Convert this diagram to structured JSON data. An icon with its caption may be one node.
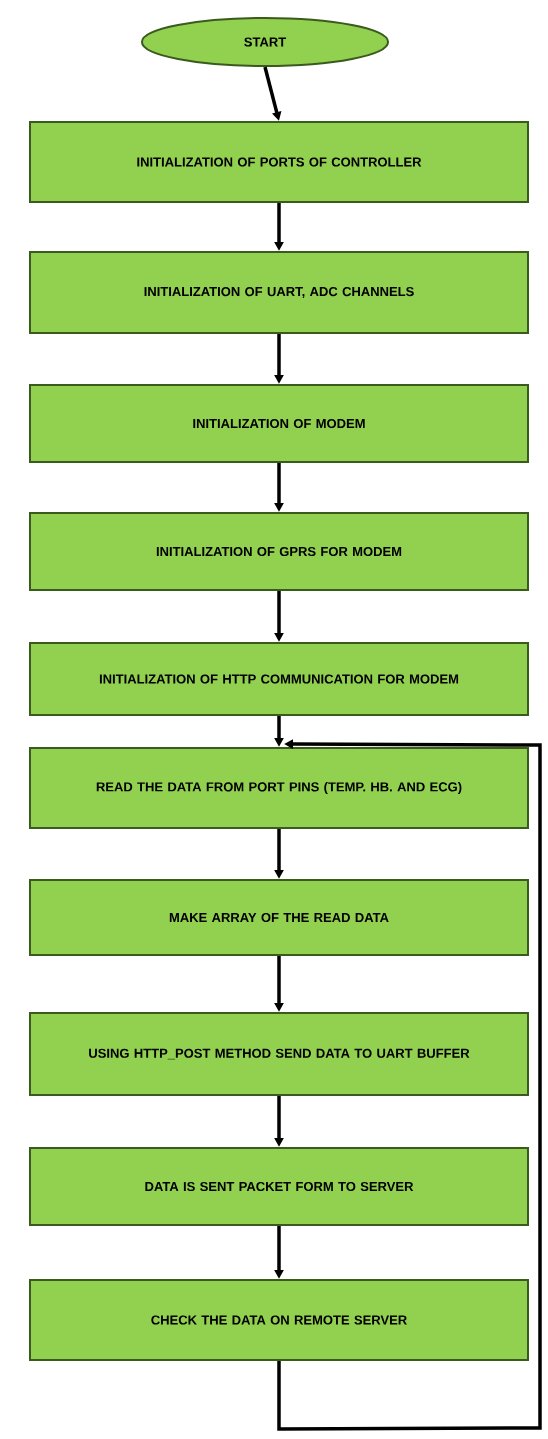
{
  "diagram": {
    "nodes": [
      {
        "text": [
          "START"
        ]
      },
      {
        "text": [
          "INITIALIZATION OF PORTS OF CONTROLLER"
        ]
      },
      {
        "text": [
          "INITIALIZATION OF UART, ADC CHANNELS"
        ]
      },
      {
        "text": [
          "INITIALIZATION OF MODEM"
        ]
      },
      {
        "text": [
          "INITIALIZATION OF GPRS FOR MODEM"
        ]
      },
      {
        "text": [
          "INITIALIZATION OF HTTP COMMUNICATION FOR MODEM"
        ]
      },
      {
        "text": [
          "READ THE DATA FROM PORT PINS (TEMP. HB. AND ECG)"
        ]
      },
      {
        "text": [
          "MAKE ARRAY OF THE READ DATA"
        ]
      },
      {
        "text": [
          "USING HTTP_POST METHOD SEND DATA TO UART BUFFER"
        ]
      },
      {
        "text": [
          "DATA IS SENT PACKET FORM TO SERVER"
        ]
      },
      {
        "text": [
          "CHECK THE DATA ON REMOTE SERVER"
        ]
      }
    ],
    "edges": [
      {
        "from": 0,
        "to": 1,
        "arrow": "to"
      },
      {
        "from": 1,
        "to": 2,
        "arrow": "to"
      },
      {
        "from": 2,
        "to": 3,
        "arrow": "to"
      },
      {
        "from": 3,
        "to": 4,
        "arrow": "to"
      },
      {
        "from": 4,
        "to": 5,
        "arrow": "to"
      },
      {
        "from": 5,
        "to": 6,
        "arrow": "to"
      },
      {
        "from": 6,
        "to": 7,
        "arrow": "to"
      },
      {
        "from": 7,
        "to": 8,
        "arrow": "to"
      },
      {
        "from": 8,
        "to": 9,
        "arrow": "to"
      },
      {
        "from": 9,
        "to": 10,
        "arrow": "to"
      },
      {
        "from": 10,
        "to": 6,
        "arrow": "to"
      }
    ]
  }
}
